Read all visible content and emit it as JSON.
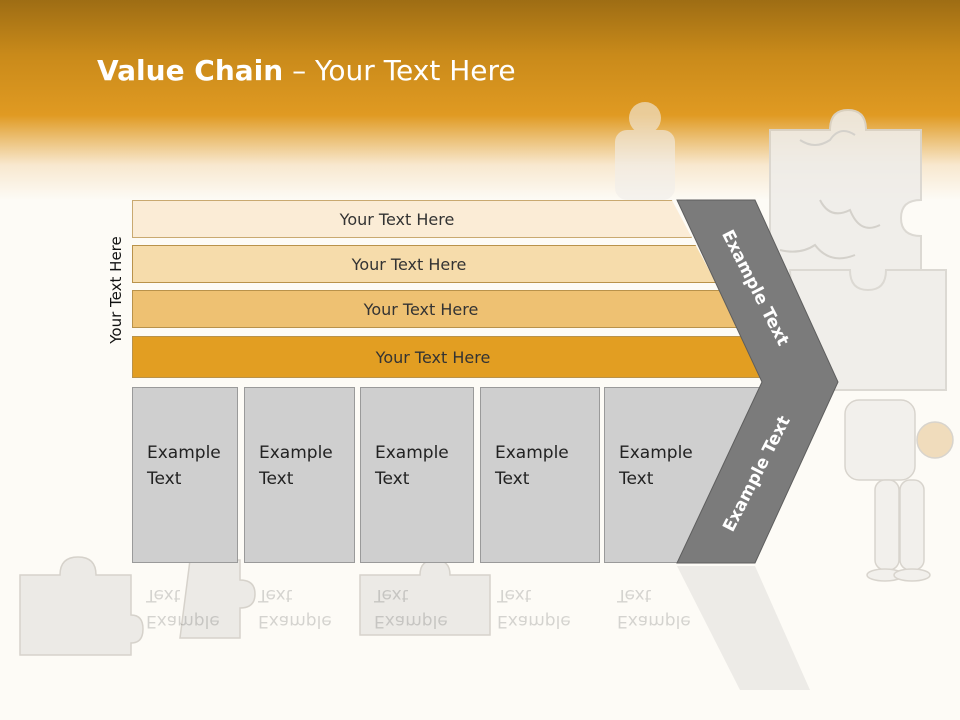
{
  "title": {
    "bold": "Value Chain",
    "rest": " – Your Text Here"
  },
  "side_label": "Your Text Here",
  "bands": [
    {
      "label": "Your Text Here"
    },
    {
      "label": "Your Text Here"
    },
    {
      "label": "Your Text Here"
    },
    {
      "label": "Your Text Here"
    }
  ],
  "boxes": [
    {
      "line1": "Example",
      "line2": "Text"
    },
    {
      "line1": "Example",
      "line2": "Text"
    },
    {
      "line1": "Example",
      "line2": "Text"
    },
    {
      "line1": "Example",
      "line2": "Text"
    },
    {
      "line1": "Example",
      "line2": "Text"
    }
  ],
  "chevron": {
    "upper": "Example Text",
    "lower": "Example Text"
  },
  "colors": {
    "header": "#e09a22",
    "band_1": "#fbecd6",
    "band_2": "#f6dcab",
    "band_3": "#eec172",
    "band_4": "#e29e22",
    "box": "#cfcfcf",
    "chevron": "#7b7b7b"
  }
}
